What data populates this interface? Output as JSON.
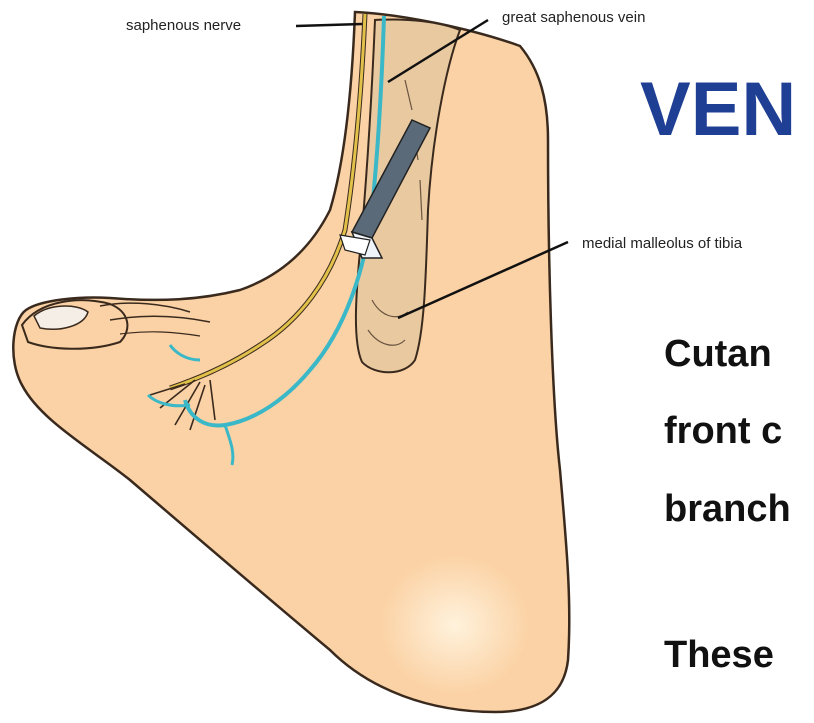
{
  "labels": {
    "saphenous_nerve": "saphenous nerve",
    "great_saphenous_vein": "great saphenous vein",
    "medial_malleolus": "medial malleolus of tibia"
  },
  "slide": {
    "title": "VEN",
    "lines": [
      "Cutan",
      "front c",
      "branch",
      "These"
    ]
  },
  "colors": {
    "title": "#1f3f94",
    "skin": "#fbd2a5",
    "skin_outline": "#3a2a1e",
    "bone": "#e8c9a0",
    "vein": "#3ab8c8",
    "nerve": "#d8b840",
    "probe": "#5a6a78"
  }
}
